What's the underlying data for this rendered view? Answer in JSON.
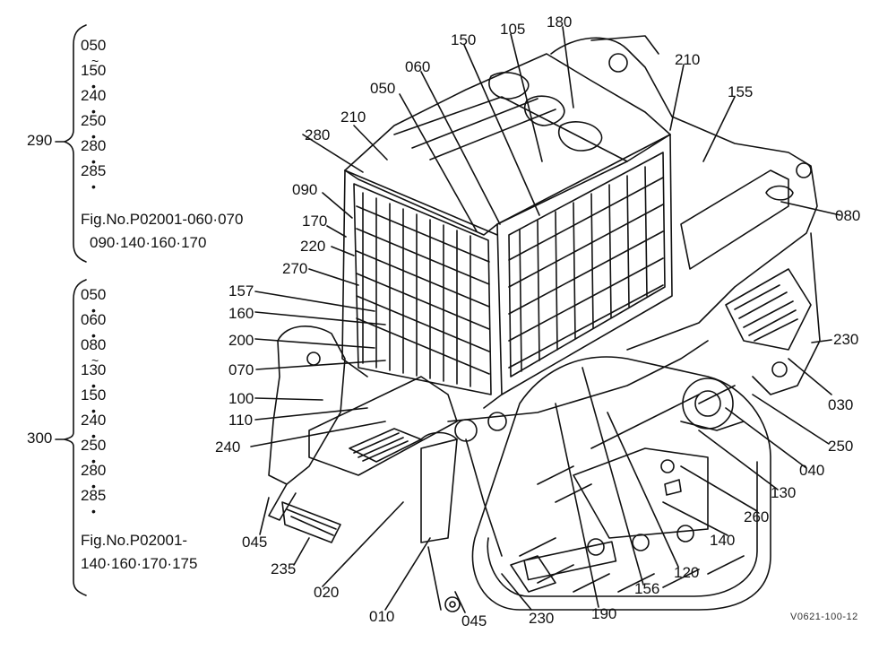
{
  "figure_code": "V0621-100-12",
  "groups": [
    {
      "label": "290",
      "items": [
        "050",
        "~",
        "150",
        "•",
        "240",
        "•",
        "250",
        "•",
        "280",
        "•",
        "285",
        "•"
      ],
      "ref_line1": "Fig.No.P02001-060·070",
      "ref_line2": "090·140·160·170"
    },
    {
      "label": "300",
      "items": [
        "050",
        "•",
        "060",
        "•",
        "080",
        "~",
        "130",
        "•",
        "150",
        "•",
        "240",
        "•",
        "250",
        "•",
        "280",
        "•",
        "285",
        "•"
      ],
      "ref_line1": "Fig.No.P02001-",
      "ref_line2": "140·160·170·175"
    }
  ],
  "callouts": [
    "105",
    "180",
    "150",
    "060",
    "210",
    "155",
    "050",
    "210",
    "280",
    "090",
    "170",
    "220",
    "270",
    "157",
    "160",
    "200",
    "070",
    "100",
    "110",
    "240",
    "080",
    "230",
    "030",
    "250",
    "040",
    "130",
    "260",
    "140",
    "120",
    "156",
    "190",
    "230",
    "045",
    "010",
    "020",
    "235",
    "045"
  ]
}
